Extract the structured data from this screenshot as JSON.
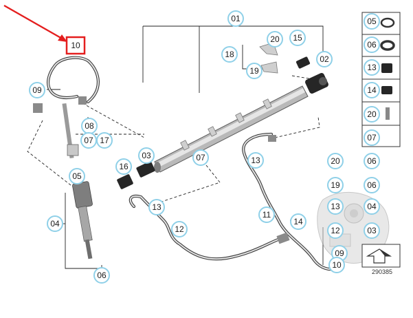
{
  "diagram": {
    "highlighted_callout": "10",
    "highlight_color": "#e41e1e",
    "callout_border_color": "#8fd0e8",
    "reference_number": "290385",
    "callouts": [
      {
        "id": "c-10-main",
        "label": "10"
      },
      {
        "id": "c-09-a",
        "label": "09"
      },
      {
        "id": "c-08",
        "label": "08"
      },
      {
        "id": "c-07-a",
        "label": "07"
      },
      {
        "id": "c-17",
        "label": "17"
      },
      {
        "id": "c-05-a",
        "label": "05"
      },
      {
        "id": "c-04-a",
        "label": "04"
      },
      {
        "id": "c-06-a",
        "label": "06"
      },
      {
        "id": "c-01",
        "label": "01"
      },
      {
        "id": "c-20-a",
        "label": "20"
      },
      {
        "id": "c-15",
        "label": "15"
      },
      {
        "id": "c-18",
        "label": "18"
      },
      {
        "id": "c-19-a",
        "label": "19"
      },
      {
        "id": "c-02",
        "label": "02"
      },
      {
        "id": "c-03-a",
        "label": "03"
      },
      {
        "id": "c-07-b",
        "label": "07"
      },
      {
        "id": "c-16",
        "label": "16"
      },
      {
        "id": "c-13-a",
        "label": "13"
      },
      {
        "id": "c-13-b",
        "label": "13"
      },
      {
        "id": "c-12-a",
        "label": "12"
      },
      {
        "id": "c-11",
        "label": "11"
      },
      {
        "id": "c-14-a",
        "label": "14"
      },
      {
        "id": "c-20-b",
        "label": "20"
      },
      {
        "id": "c-19-b",
        "label": "19"
      },
      {
        "id": "c-13-c",
        "label": "13"
      },
      {
        "id": "c-12-b",
        "label": "12"
      },
      {
        "id": "c-09-b",
        "label": "09"
      },
      {
        "id": "c-10-b",
        "label": "10"
      },
      {
        "id": "c-06-b",
        "label": "06"
      },
      {
        "id": "c-06-c",
        "label": "06"
      },
      {
        "id": "c-04-b",
        "label": "04"
      },
      {
        "id": "c-03-b",
        "label": "03"
      },
      {
        "id": "c-05-side",
        "label": "05"
      },
      {
        "id": "c-06-side",
        "label": "06"
      },
      {
        "id": "c-13-side",
        "label": "13"
      },
      {
        "id": "c-14-side",
        "label": "14"
      },
      {
        "id": "c-20-side",
        "label": "20"
      },
      {
        "id": "c-07-side",
        "label": "07"
      }
    ]
  }
}
